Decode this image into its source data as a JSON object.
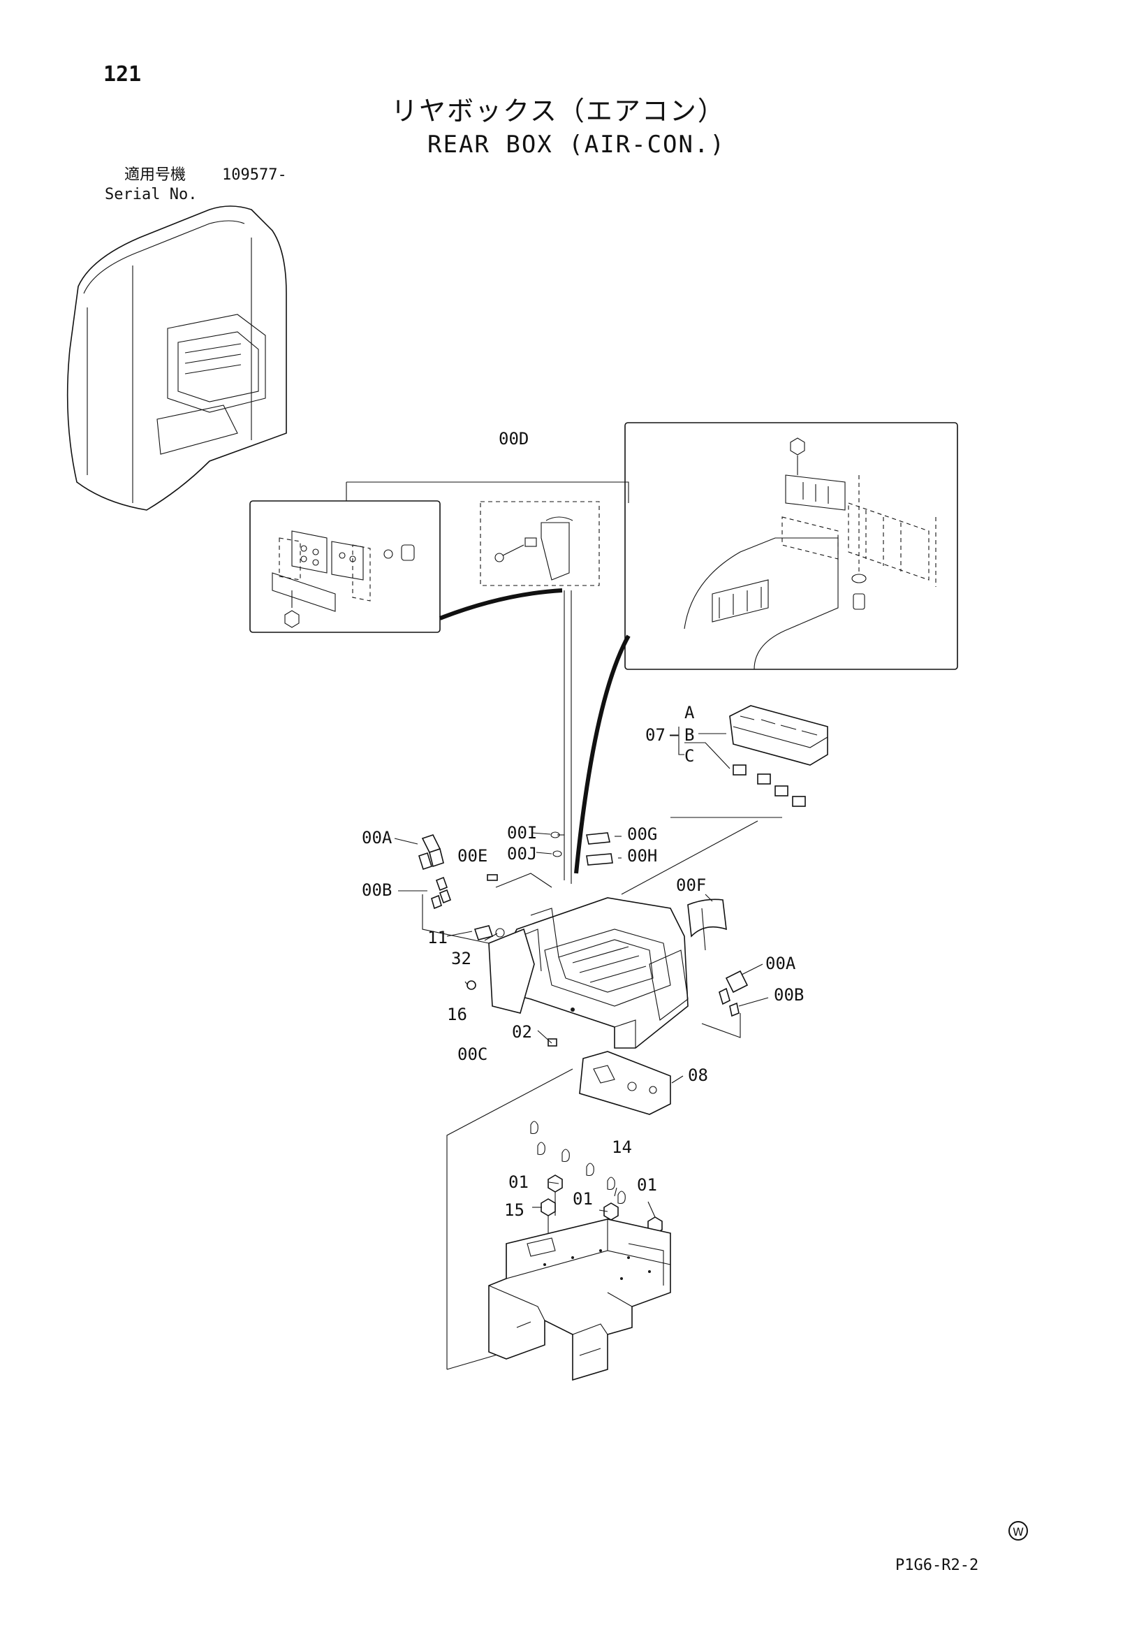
{
  "header": {
    "page_number": "121",
    "title_jp": "リヤボックス（エアコン）",
    "title_en": "REAR BOX (AIR-CON.)",
    "serial_label_jp": "適用号機",
    "serial_label_en": "Serial No.",
    "serial_value": "109577-"
  },
  "callouts": {
    "c00D": "00D",
    "c07": "07",
    "cA": "A",
    "cB": "B",
    "cC": "C",
    "c00A_left": "00A",
    "c00E": "00E",
    "c00I": "00I",
    "c00J": "00J",
    "c00G": "00G",
    "c00H": "00H",
    "c00B_left": "00B",
    "c00F": "00F",
    "c11": "11",
    "c32": "32",
    "c16": "16",
    "c00C": "00C",
    "c02": "02",
    "c00A_right": "00A",
    "c00B_right": "00B",
    "c08": "08",
    "c14": "14",
    "c01_a": "01",
    "c01_b": "01",
    "c01_c": "01",
    "c15": "15"
  },
  "footer": {
    "drawing_code": "P1G6-R2-2",
    "mark": "W"
  }
}
